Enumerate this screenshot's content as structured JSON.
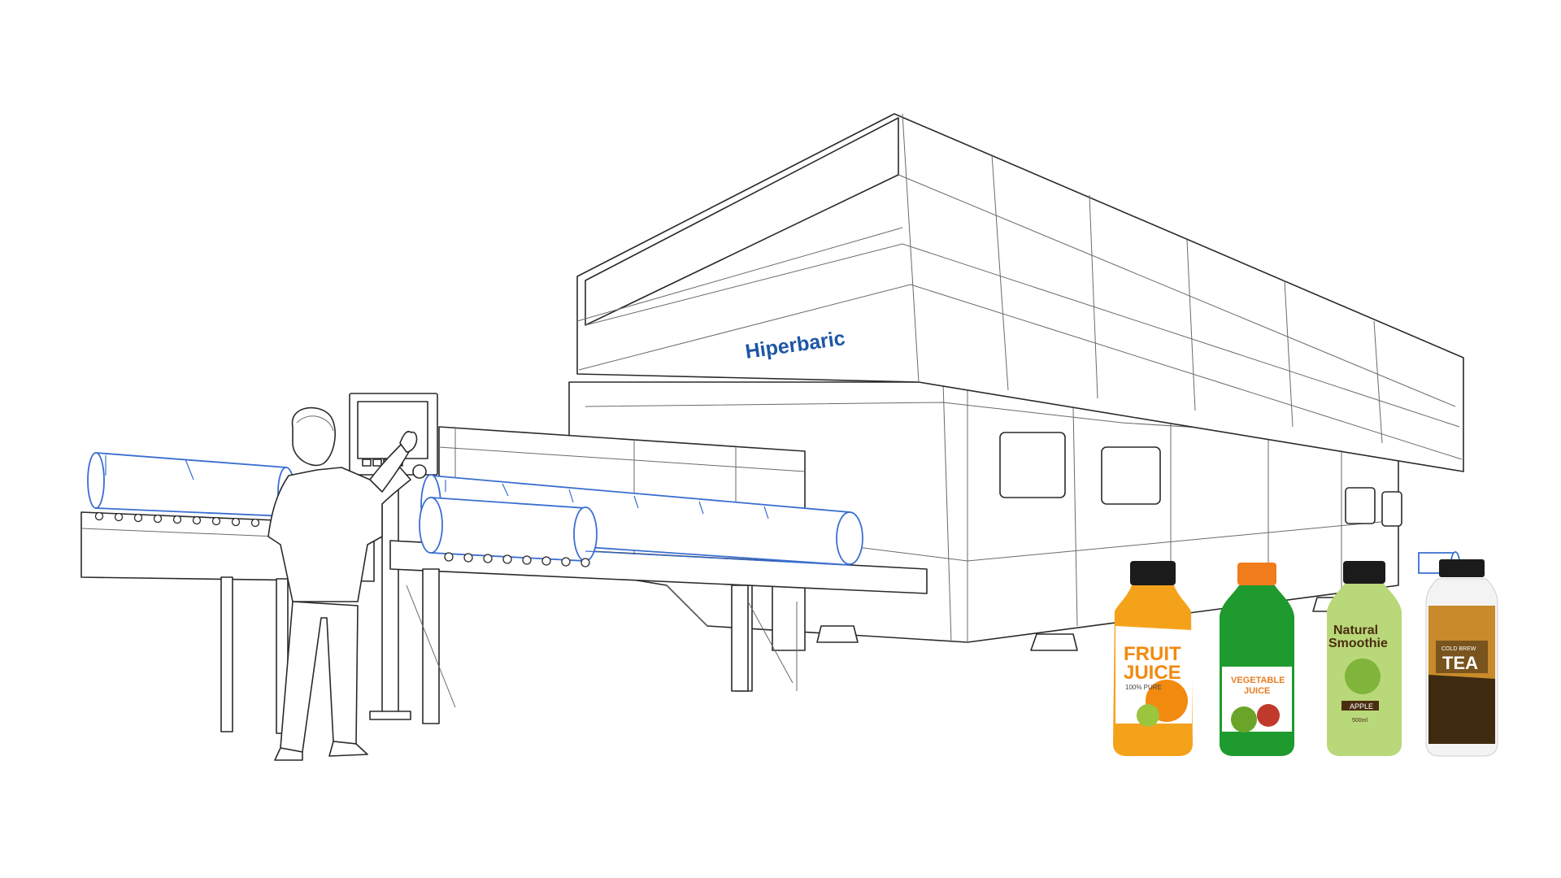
{
  "machine": {
    "brand": "Hiperbaric"
  },
  "bottles": [
    {
      "id": "fruit-juice",
      "line1": "FRUIT",
      "line2": "JUICE",
      "line3": "100% PURE"
    },
    {
      "id": "vegetable-juice",
      "line1": "VEGETABLE",
      "line2": "JUICE"
    },
    {
      "id": "natural-smoothie",
      "line1": "Natural",
      "line2": "Smoothie",
      "line3": "APPLE",
      "line4": "500ml"
    },
    {
      "id": "cold-brew-tea",
      "line1": "COLD BREW",
      "line2": "TEA"
    }
  ],
  "colors": {
    "brand": "#1f56a6",
    "outline": "#2a2a2a",
    "accent_line": "#3a6fd0",
    "juice_orange": "#f5a21b",
    "vegetable_green": "#1f9a2e",
    "smoothie_green": "#b9d879",
    "tea_brown": "#6b4a1c"
  }
}
